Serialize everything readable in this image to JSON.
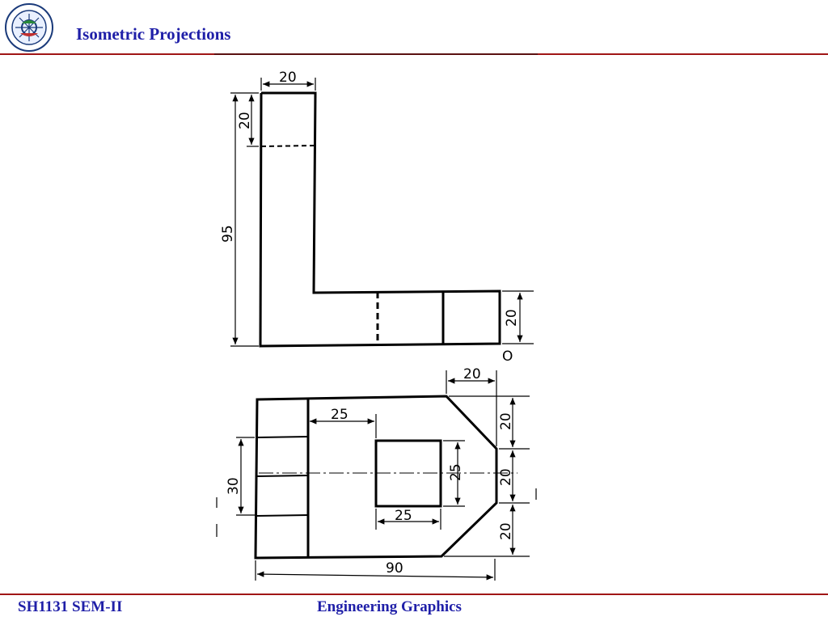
{
  "header": {
    "title": "Isometric Projections"
  },
  "footer": {
    "course_code": "SH1131 SEM-II",
    "course_name": "Engineering Graphics"
  },
  "colors": {
    "title": "#1f1fa8",
    "rule": "#a01515",
    "line": "#000000"
  },
  "drawing": {
    "front_view": {
      "dims": {
        "top_width": "20",
        "top_height": "20",
        "total_height": "95",
        "base_height": "20",
        "origin": "O"
      }
    },
    "top_view": {
      "dims": {
        "chamfer_width": "20",
        "slot_offset": "25",
        "left_height": "30",
        "slot_height": "25",
        "slot_width": "25",
        "right_top": "20",
        "right_mid": "20",
        "right_bottom": "20",
        "total_width": "90"
      }
    }
  }
}
